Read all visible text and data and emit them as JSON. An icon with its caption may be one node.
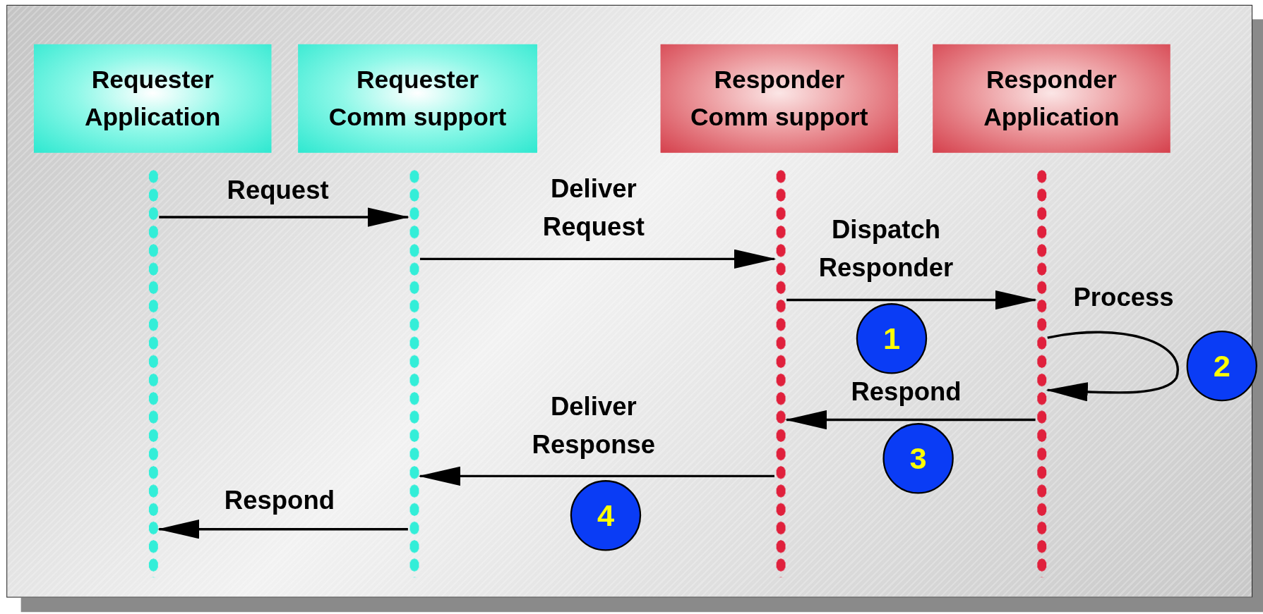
{
  "diagram": {
    "nodes": [
      {
        "text": [
          "Requester Application"
        ]
      },
      {
        "text": [
          "Requester Comm support"
        ]
      },
      {
        "text": [
          "Responder Comm support"
        ]
      },
      {
        "text": [
          "Responder Application"
        ]
      },
      {
        "text": [],
        "shape": "bar"
      },
      {
        "text": [],
        "shape": "bar"
      },
      {
        "text": [],
        "shape": "bar"
      },
      {
        "text": [],
        "shape": "bar"
      },
      {
        "text": [
          "1"
        ]
      },
      {
        "text": [
          "2"
        ]
      },
      {
        "text": [
          "3"
        ]
      },
      {
        "text": [
          "4"
        ]
      }
    ],
    "edges": [
      {
        "from": 4,
        "to": 5,
        "arrow": "to",
        "label": "Request"
      },
      {
        "from": 5,
        "to": 6,
        "arrow": "to",
        "label": "Deliver Request"
      },
      {
        "from": 6,
        "to": 7,
        "arrow": "to",
        "label": "Dispatch Responder"
      },
      {
        "from": 7,
        "to": 7,
        "arrow": "to",
        "label": "Process"
      },
      {
        "from": 7,
        "to": 6,
        "arrow": "to",
        "label": "Respond"
      },
      {
        "from": 6,
        "to": 5,
        "arrow": "to",
        "label": "Deliver Response"
      },
      {
        "from": 5,
        "to": 4,
        "arrow": "to",
        "label": "Respond"
      }
    ]
  }
}
